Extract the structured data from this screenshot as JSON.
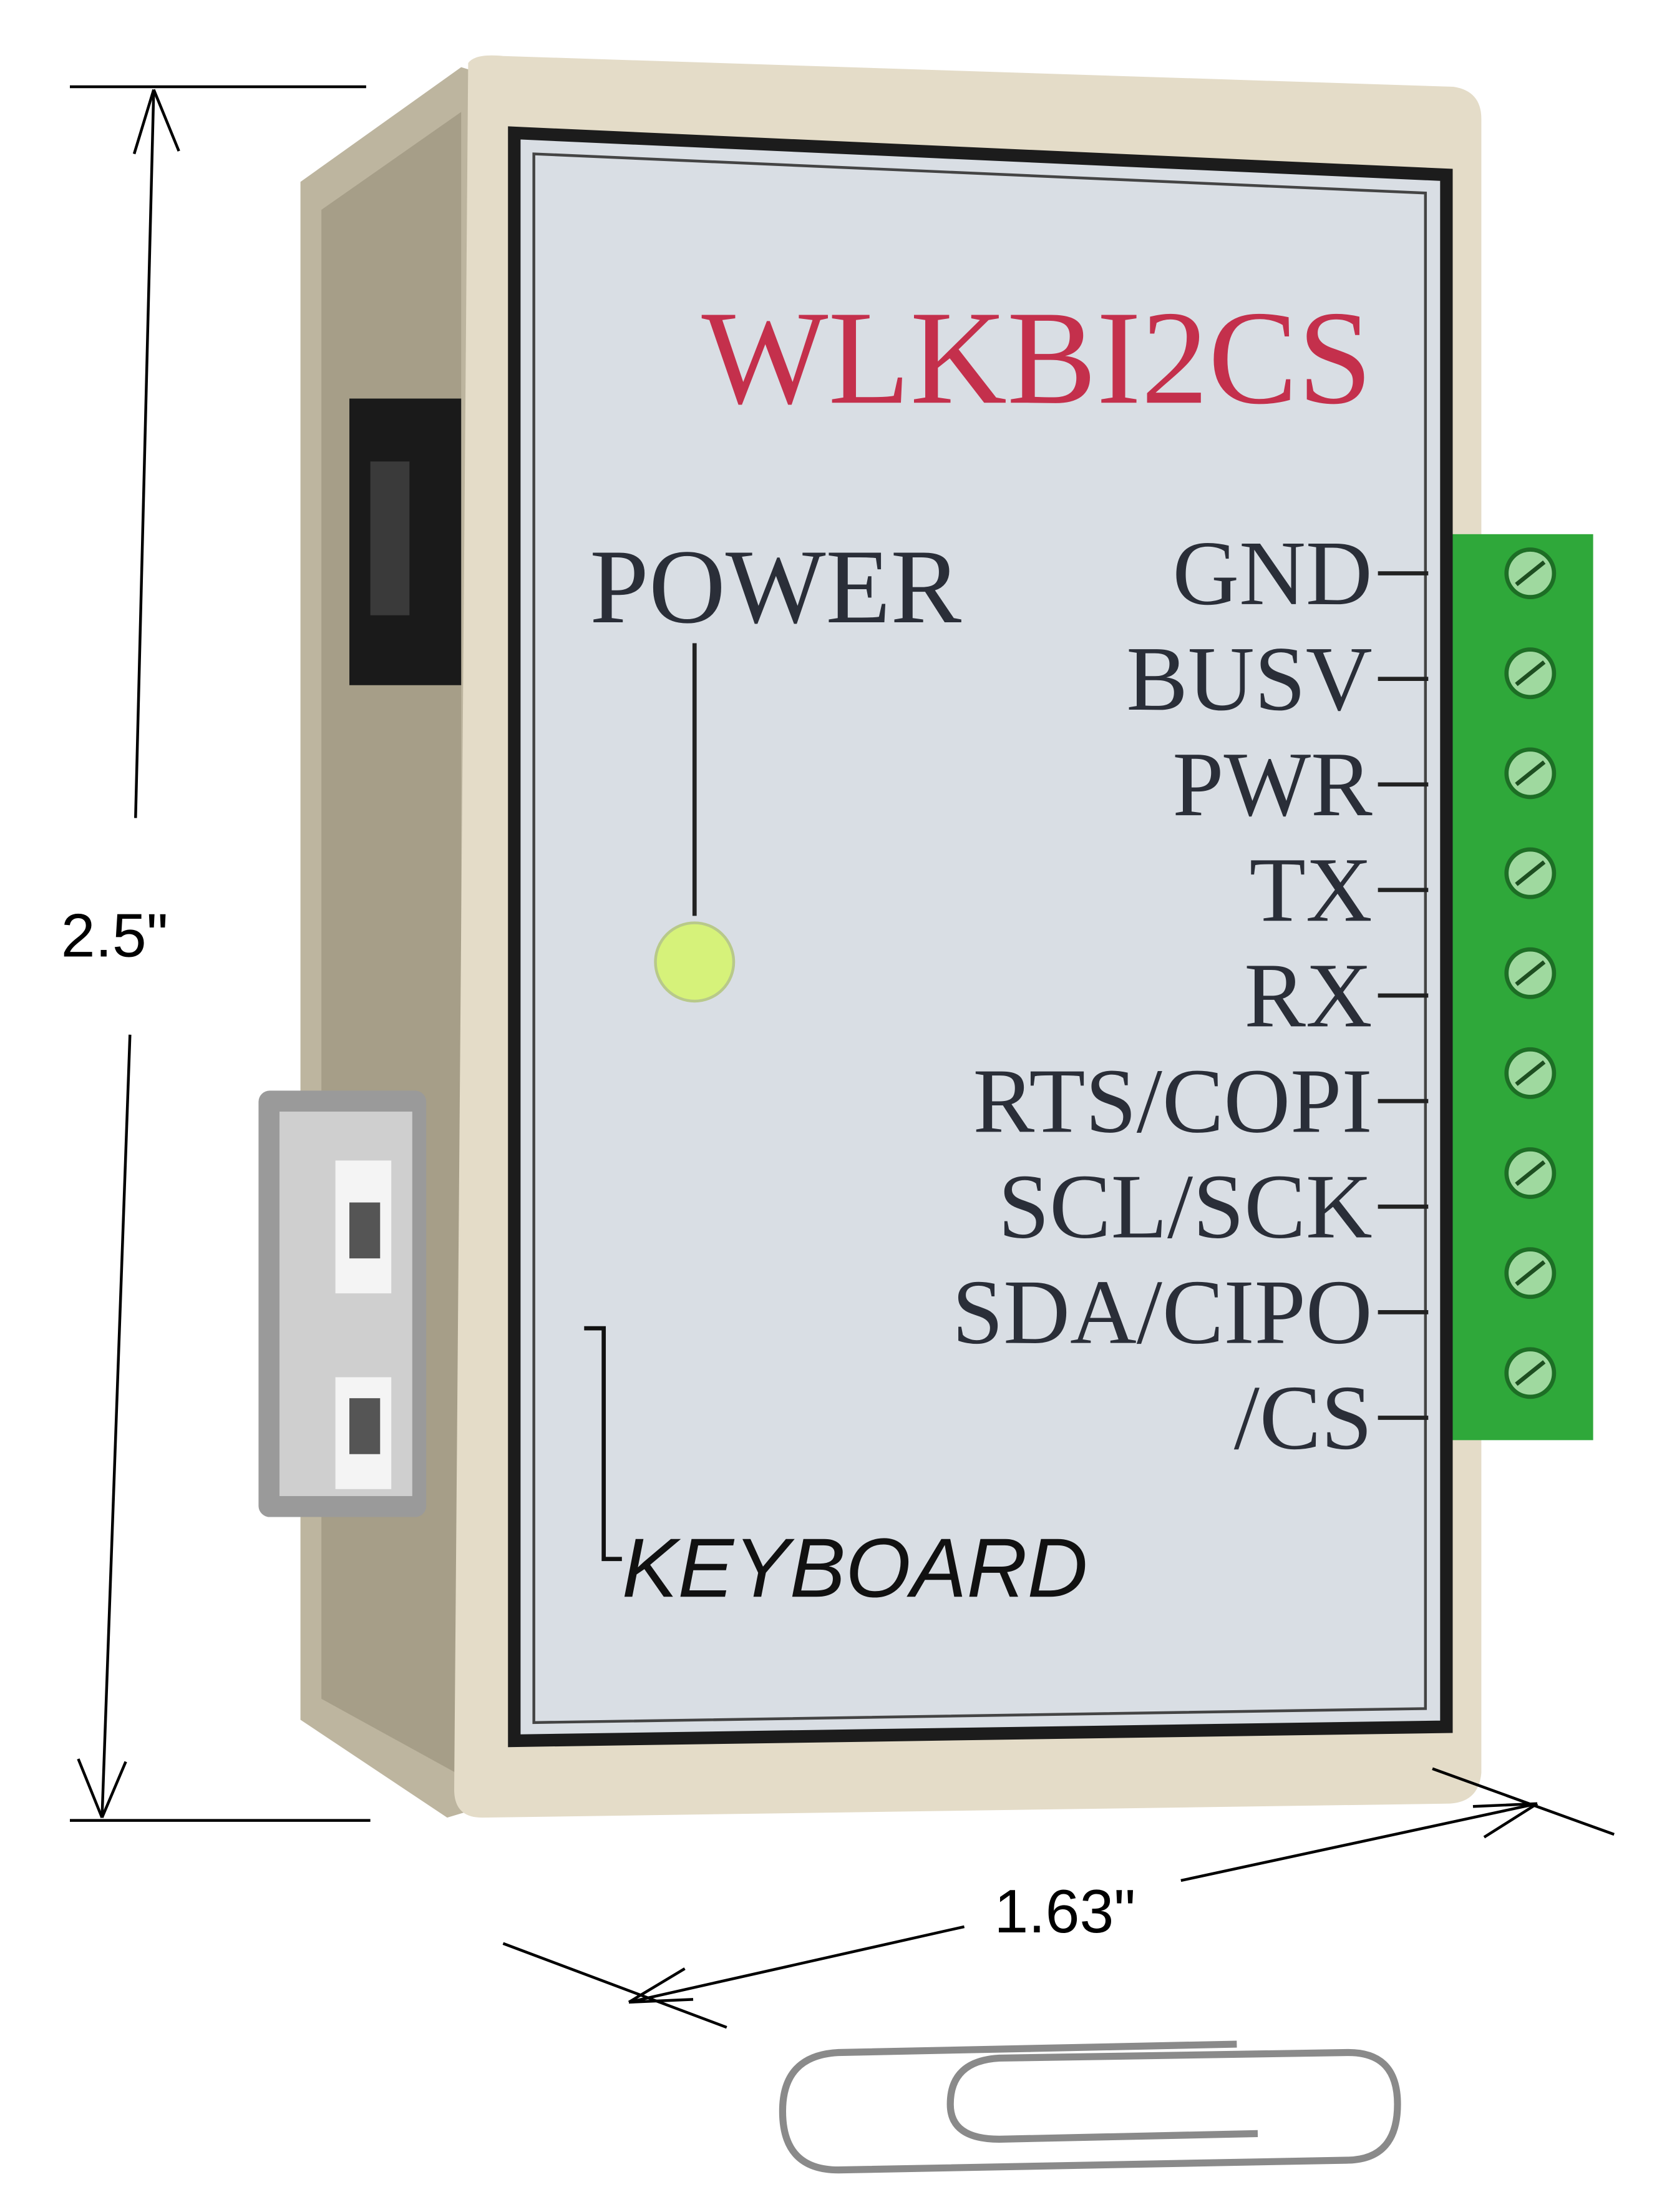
{
  "device": {
    "title": "WLKBI2CS",
    "power_label": "POWER",
    "keyboard_label": "KEYBOARD",
    "pins": [
      "GND",
      "BUSV",
      "PWR",
      "TX",
      "RX",
      "RTS/COPI",
      "SCL/SCK",
      "SDA/CIPO",
      "/CS"
    ]
  },
  "dimensions": {
    "height": "2.5\"",
    "width": "1.63\""
  },
  "colors": {
    "title": "#c4304c",
    "led": "#d6f27a",
    "terminal": "#2fa83a",
    "case": "#e4dcc8",
    "panel": "#d9dee4"
  }
}
